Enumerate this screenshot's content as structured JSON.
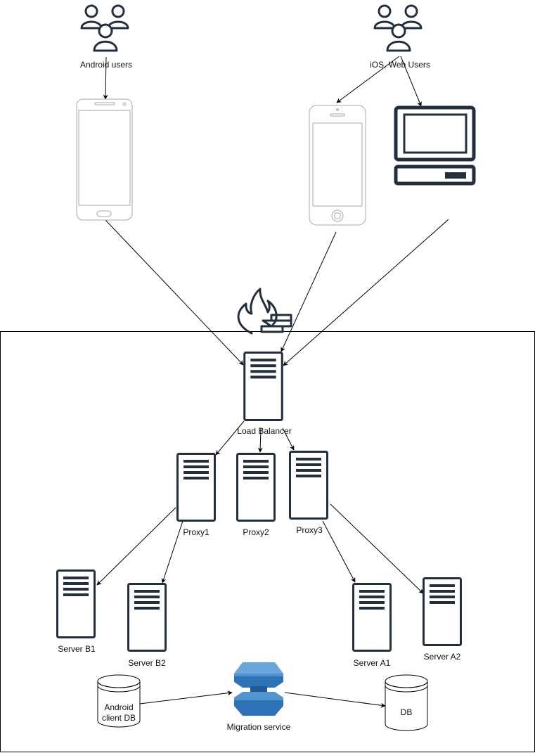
{
  "nodes": {
    "android_users": "Android users",
    "ios_web_users": "iOS, Web Users",
    "load_balancer": "Load Balancer",
    "proxy1": "Proxy1",
    "proxy2": "Proxy2",
    "proxy3": "Proxy3",
    "server_b1": "Server B1",
    "server_b2": "Server B2",
    "server_a1": "Server A1",
    "server_a2": "Server A2",
    "android_db_line1": "Android",
    "android_db_line2": "client DB",
    "migration_service": "Migration service",
    "db": "DB"
  },
  "icons": {
    "users": "users-group-icon",
    "android_phone": "android-phone-icon",
    "iphone": "iphone-icon",
    "desktop": "desktop-computer-icon",
    "firewall": "firewall-icon",
    "server": "server-tower-icon",
    "database": "database-cylinder-icon",
    "migration": "migration-service-icon"
  },
  "colors": {
    "icon_ink": "#232f3e",
    "migration_blue": "#2e73b8",
    "migration_light": "#5294cf"
  }
}
